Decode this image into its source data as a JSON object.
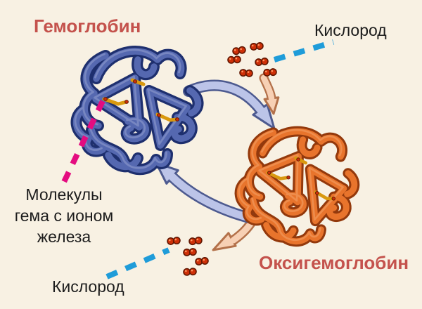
{
  "diagram": {
    "hemoglobin_title": "Гемоглобин",
    "oxyhemoglobin_title": "Оксигемоглобин",
    "oxygen_label_top": "Кислород",
    "oxygen_label_bottom": "Кислород",
    "heme_label_line1": "Молекулы",
    "heme_label_line2": "гема с ионом",
    "heme_label_line3": "железа"
  },
  "colors": {
    "background": "#f8f1e3",
    "protein_title_text": "#c4524c",
    "body_text": "#1c1c1c",
    "oxygen_pointer_dash": "#1f9cd9",
    "heme_pointer_dash": "#e40c80",
    "hemoglobin_ribbon": "#5568b0",
    "hemoglobin_ribbon_edge": "#1e2f6e",
    "oxyhemoglobin_ribbon": "#e8742c",
    "oxyhemoglobin_ribbon_edge": "#93390c",
    "cycle_arrow_fill": "#bcc4e8",
    "cycle_arrow_edge": "#4d5a8f",
    "oxygen_arrow_fill": "#f7d0b4",
    "oxygen_arrow_edge": "#b3714a",
    "oxygen_molecule": "#cf3008",
    "heme_group_gold": "#d9990f"
  },
  "counts": {
    "oxygen_molecules_top_cluster": 6,
    "oxygen_molecules_bottom_cluster": 5
  }
}
